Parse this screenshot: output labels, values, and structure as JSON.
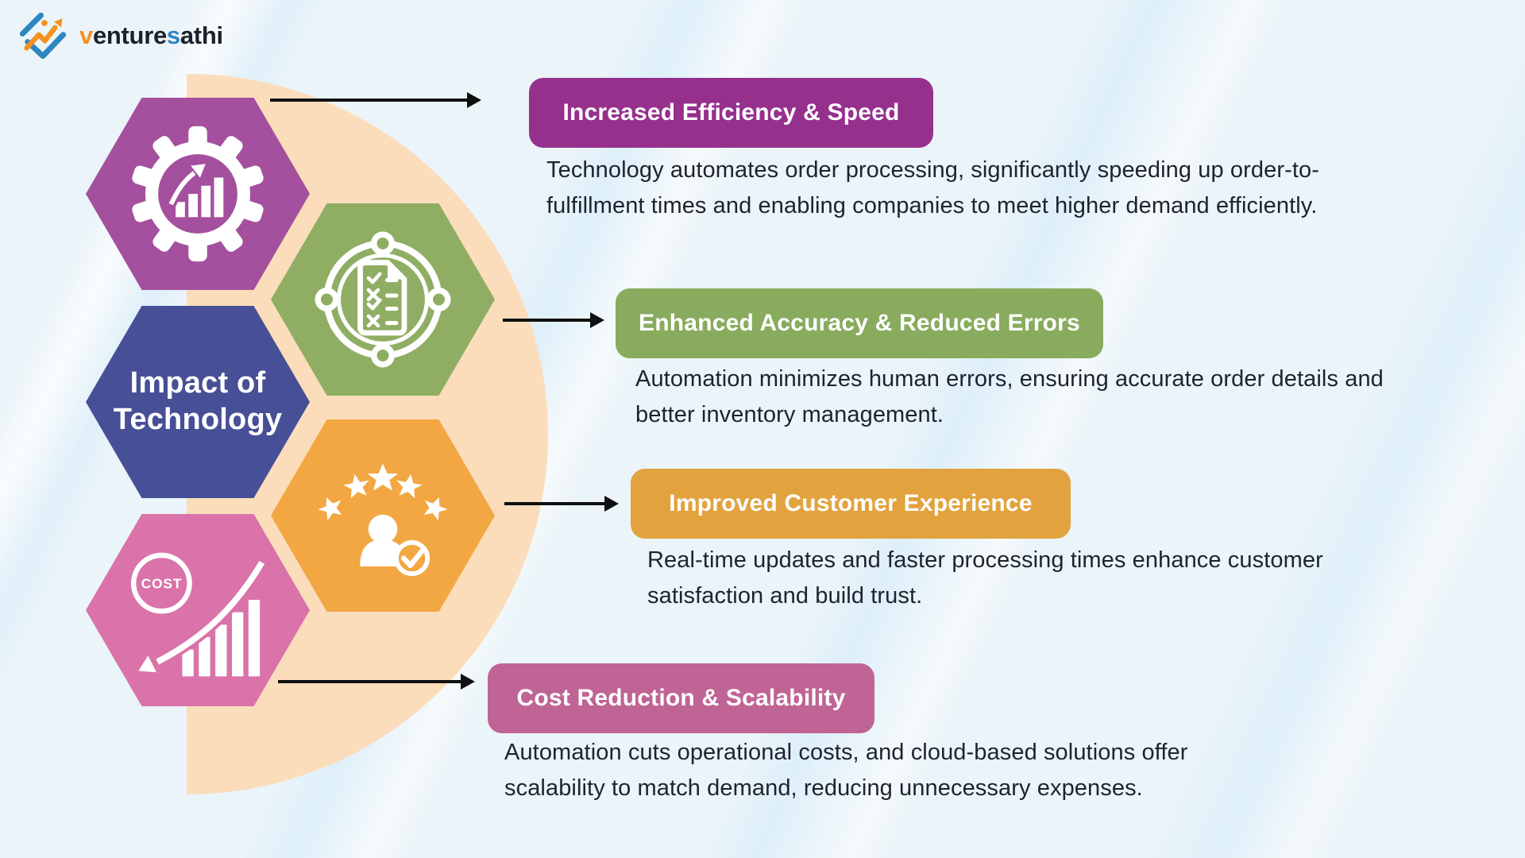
{
  "brand": {
    "logo": {
      "v": "v",
      "enture": "enture",
      "s": "s",
      "athi": "athi"
    },
    "colors": {
      "orange": "#F5921E",
      "blue": "#2E86C1",
      "text": "#1B212C"
    }
  },
  "center": {
    "title": "Impact of\nTechnology",
    "hexagon_color": "#474F97"
  },
  "sections": [
    {
      "id": "efficiency",
      "label": "Increased Efficiency & Speed",
      "description": "Technology automates order processing, significantly speeding up order-to-\nfulfillment times and enabling companies to meet higher demand efficiently.",
      "pill_color": "#96308D",
      "hexagon_color": "#A4509E",
      "icon": "gear-growth-icon"
    },
    {
      "id": "accuracy",
      "label": "Enhanced Accuracy & Reduced Errors",
      "description": "Automation minimizes human errors, ensuring accurate order details and\nbetter inventory management.",
      "pill_color": "#88AB5E",
      "hexagon_color": "#8FAE63",
      "icon": "checklist-target-icon"
    },
    {
      "id": "customer",
      "label": "Improved Customer Experience",
      "description": "Real-time updates and faster processing times enhance customer\nsatisfaction and build trust.",
      "pill_color": "#E2A23D",
      "hexagon_color": "#F2A742",
      "icon": "customer-rating-icon"
    },
    {
      "id": "cost",
      "label": "Cost Reduction & Scalability",
      "description": "Automation cuts operational costs, and cloud-based solutions offer\nscalability to match demand, reducing unnecessary expenses.",
      "pill_color": "#BF6494",
      "hexagon_color": "#D973A9",
      "icon": "cost-reduction-icon"
    }
  ],
  "icons": {
    "cost_label": "COST"
  },
  "background": {
    "base": "#EBF4F9",
    "stripe": "#DCEEF9",
    "peach": "#FBDDBB",
    "arrow_color": "#101010"
  }
}
